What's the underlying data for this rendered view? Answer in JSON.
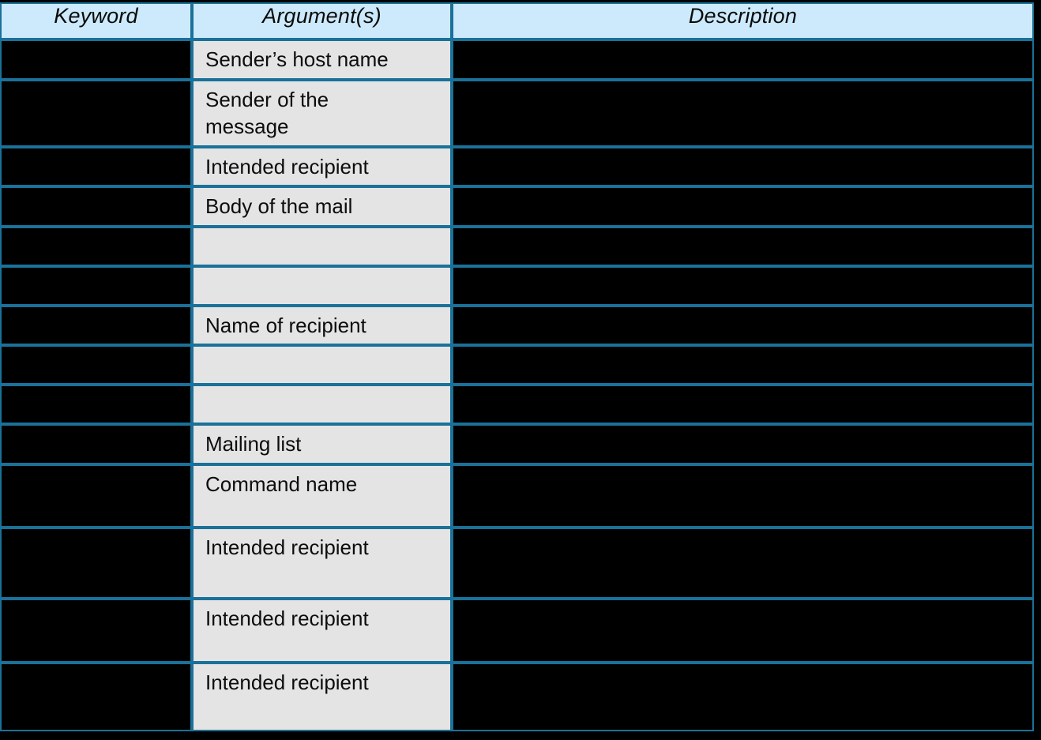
{
  "slide": {
    "background_color": "#000000",
    "border_color": "#1A7199",
    "header_background": "#CCEAFB",
    "argument_cell_background": "#E4E4E4",
    "redacted_cell_background": "#000000"
  },
  "table": {
    "columns": [
      {
        "key": "keyword",
        "label": "Keyword"
      },
      {
        "key": "argument",
        "label": "Argument(s)"
      },
      {
        "key": "description",
        "label": "Description"
      }
    ],
    "rows": [
      {
        "keyword": "",
        "argument": "Sender’s host name",
        "description": "",
        "height": 47
      },
      {
        "keyword": "",
        "argument": "Sender of the\nmessage",
        "description": "",
        "height": 82
      },
      {
        "keyword": "",
        "argument": "Intended recipient",
        "description": "",
        "height": 49
      },
      {
        "keyword": "",
        "argument": "Body of the mail",
        "description": "",
        "height": 50
      },
      {
        "keyword": "",
        "argument": "",
        "description": "",
        "height": 50
      },
      {
        "keyword": "",
        "argument": "",
        "description": "",
        "height": 50
      },
      {
        "keyword": "",
        "argument": "Name of recipient",
        "description": "",
        "height": 50
      },
      {
        "keyword": "",
        "argument": "",
        "description": "",
        "height": 50
      },
      {
        "keyword": "",
        "argument": "",
        "description": "",
        "height": 50
      },
      {
        "keyword": "",
        "argument": "Mailing list",
        "description": "",
        "height": 50
      },
      {
        "keyword": "",
        "argument": "Command name",
        "description": "",
        "height": 80
      },
      {
        "keyword": "",
        "argument": "Intended recipient",
        "description": "",
        "height": 90
      },
      {
        "keyword": "",
        "argument": "Intended recipient",
        "description": "",
        "height": 81
      },
      {
        "keyword": "",
        "argument": "Intended recipient",
        "description": "",
        "height": 87
      }
    ]
  }
}
